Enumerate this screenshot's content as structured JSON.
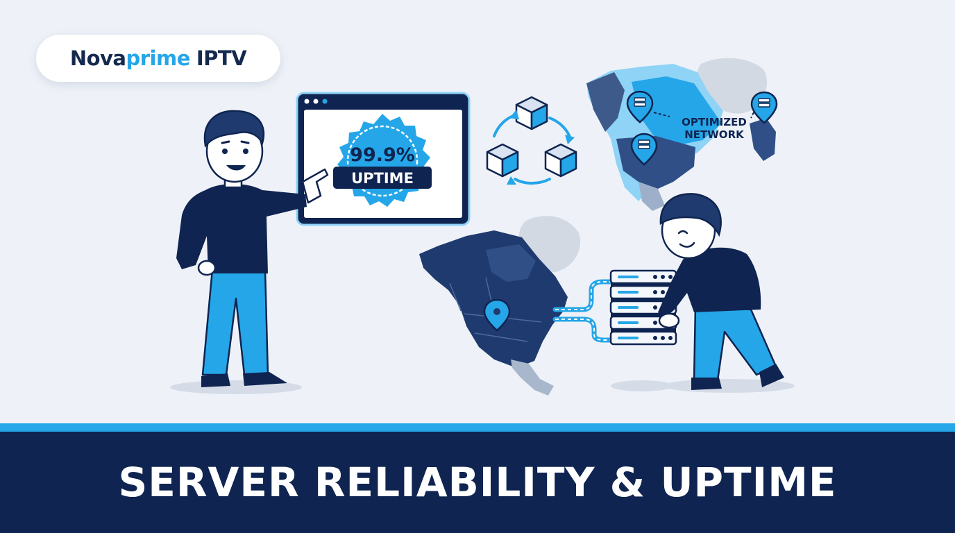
{
  "brand": {
    "part1": "Nova",
    "part2": "prime",
    "part3": "IPTV"
  },
  "monitor": {
    "percent": "99.9%",
    "label": "UPTIME"
  },
  "map": {
    "label_line1": "OPTIMIZED",
    "label_line2": "NETWORK"
  },
  "banner": {
    "title": "SERVER RELIABILITY & UPTIME"
  },
  "colors": {
    "navy": "#0f2450",
    "accent": "#25a6e8",
    "background": "#eef2f8"
  }
}
